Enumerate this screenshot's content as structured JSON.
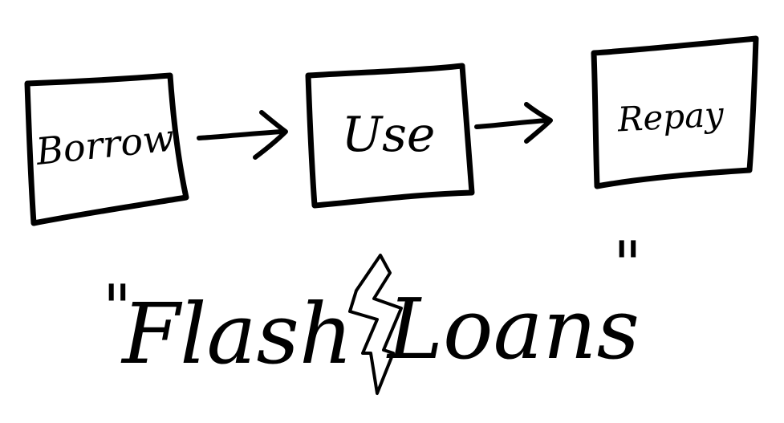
{
  "steps": [
    {
      "label": "Borrow"
    },
    {
      "label": "Use"
    },
    {
      "label": "Repay"
    }
  ],
  "title": {
    "open_quote": "\"",
    "word1": "Flash",
    "word2": "Loans",
    "close_quote": "\""
  },
  "icons": {
    "lightning": "lightning-bolt-icon",
    "arrow": "right-arrow-icon"
  },
  "colors": {
    "ink": "#000000",
    "background": "#ffffff"
  }
}
